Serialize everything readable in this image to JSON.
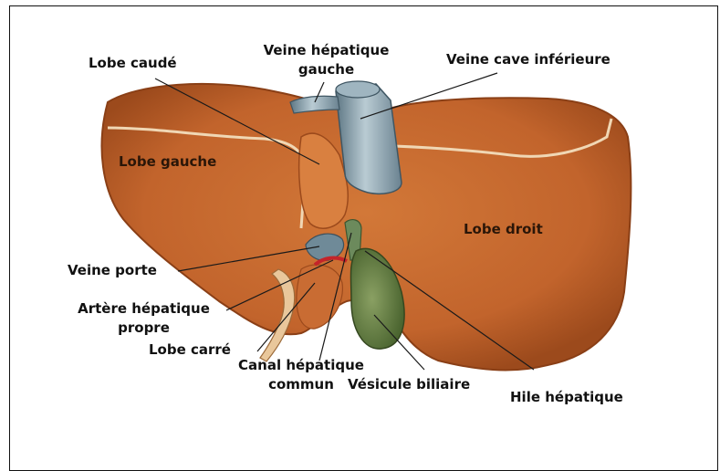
{
  "figure": {
    "labels": {
      "lobe_caude": "Lobe caudé",
      "veine_hepatique_gauche": [
        "Veine hépatique",
        "gauche"
      ],
      "veine_cave_inferieure": "Veine cave inférieure",
      "lobe_gauche": "Lobe gauche",
      "lobe_droit": "Lobe droit",
      "veine_porte": "Veine porte",
      "artere_hepatique_propre": [
        "Artère hépatique",
        "propre"
      ],
      "lobe_carre": "Lobe carré",
      "canal_hepatique_commun": [
        "Canal hépatique",
        "commun"
      ],
      "vesicule_biliaire": "Vésicule biliaire",
      "hile_hepatique": "Hile hépatique"
    }
  },
  "colors": {
    "liver": "#c86a30",
    "liver_dark": "#9c4a1c",
    "vein": "#7f9aa8",
    "gallbladder": "#5d7a3e",
    "leader_line": "#1a1a1a"
  }
}
